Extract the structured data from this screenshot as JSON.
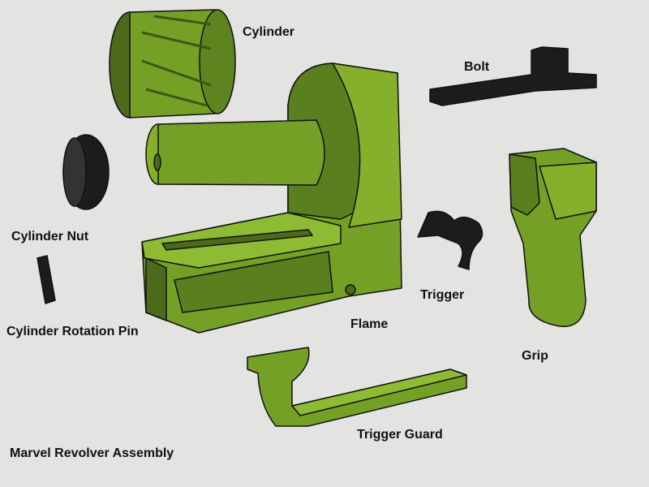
{
  "title": "Marvel Revolver Assembly",
  "colors": {
    "background": "#e3e3e1",
    "part_green": "#74a026",
    "part_dark": "#4d6a1a",
    "part_light": "#8dbb33",
    "part_black": "#1c1c1c"
  },
  "labels": {
    "cylinder": "Cylinder",
    "bolt": "Bolt",
    "cylinder_nut": "Cylinder Nut",
    "cylinder_rotation_pin": "Cylinder Rotation Pin",
    "trigger": "Trigger",
    "flame": "Flame",
    "grip": "Grip",
    "trigger_guard": "Trigger Guard"
  }
}
